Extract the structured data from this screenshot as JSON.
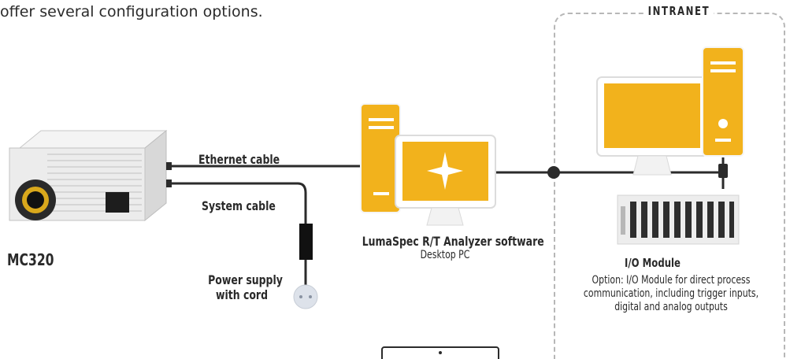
{
  "intro_text": "offer several configuration options.",
  "intranet_label": "INTRANET",
  "camera": {
    "model": "MC320"
  },
  "cables": {
    "ethernet": "Ethernet cable",
    "system": "System cable",
    "power_line1": "Power supply",
    "power_line2": "with cord"
  },
  "pc": {
    "software_name": "LumaSpec R/T Analyzer software",
    "type": "Desktop PC"
  },
  "io_module": {
    "title": "I/O Module",
    "desc_line1": "Option: I/O Module for direct process",
    "desc_line2": "communication, including trigger inputs,",
    "desc_line3": "digital and analog outputs"
  },
  "colors": {
    "accent": "#f2b21c",
    "line": "#2b2b2b",
    "dash": "#b7b7b7"
  }
}
